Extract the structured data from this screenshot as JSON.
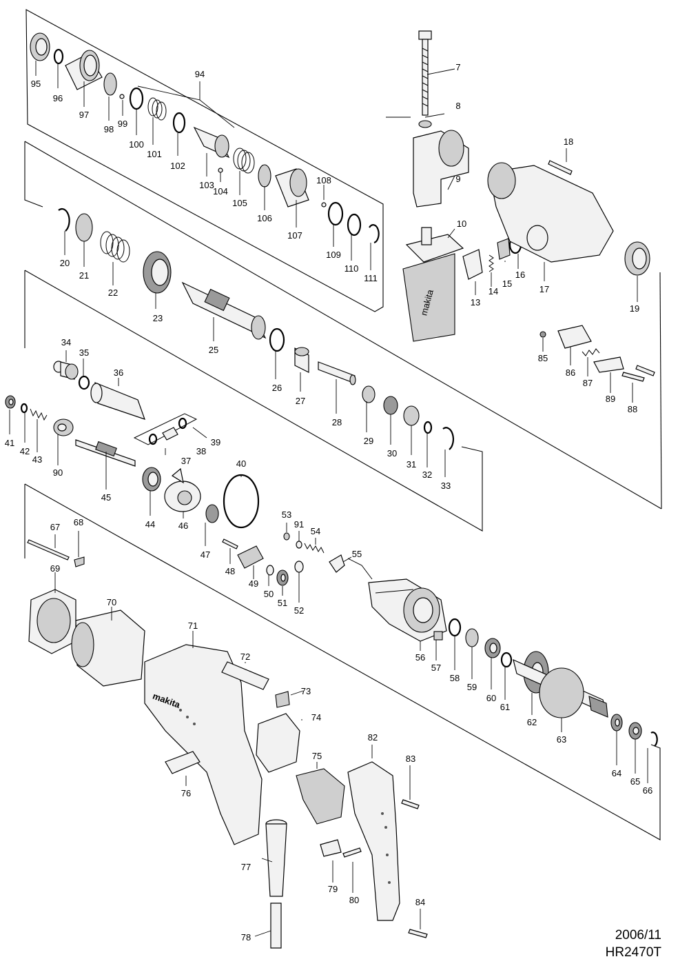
{
  "footer": {
    "date": "2006/11",
    "model": "HR2470T"
  },
  "brand_text": "makita",
  "part_numbers": [
    "7",
    "8",
    "9",
    "10",
    "13",
    "14",
    "15",
    "16",
    "17",
    "18",
    "19",
    "20",
    "21",
    "22",
    "23",
    "25",
    "26",
    "27",
    "28",
    "29",
    "30",
    "31",
    "32",
    "33",
    "34",
    "35",
    "36",
    "37",
    "38",
    "39",
    "40",
    "41",
    "42",
    "43",
    "44",
    "45",
    "46",
    "47",
    "48",
    "49",
    "50",
    "51",
    "52",
    "53",
    "54",
    "55",
    "56",
    "57",
    "58",
    "59",
    "60",
    "61",
    "62",
    "63",
    "64",
    "65",
    "66",
    "67",
    "68",
    "69",
    "70",
    "71",
    "72",
    "73",
    "74",
    "75",
    "76",
    "77",
    "78",
    "79",
    "80",
    "82",
    "83",
    "84",
    "85",
    "86",
    "87",
    "88",
    "89",
    "90",
    "91",
    "94",
    "95",
    "96",
    "97",
    "98",
    "99",
    "100",
    "101",
    "102",
    "103",
    "104",
    "105",
    "106",
    "107",
    "108",
    "109",
    "110",
    "111"
  ]
}
